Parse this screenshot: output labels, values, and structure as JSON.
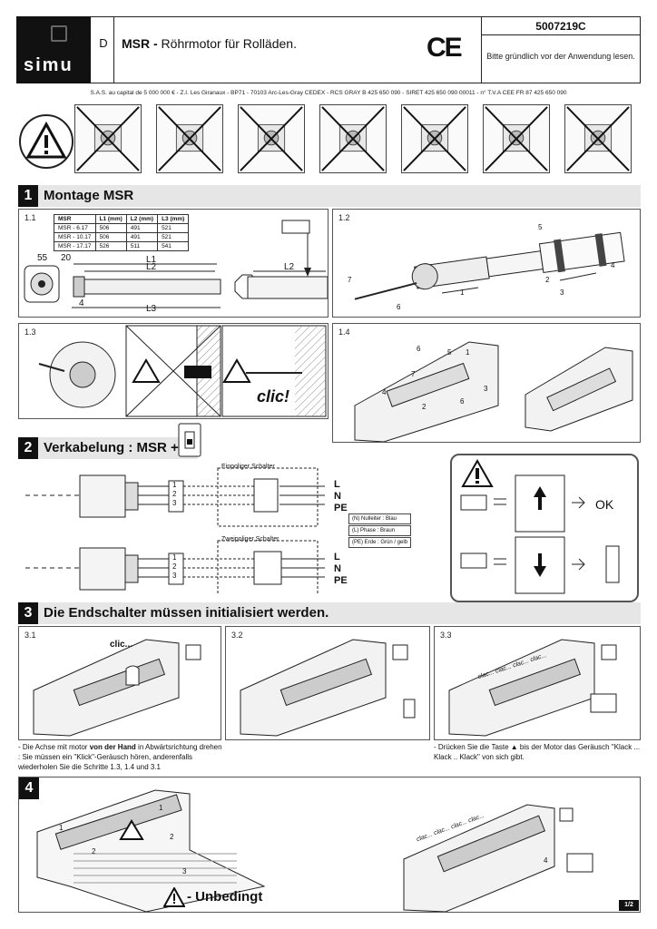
{
  "header": {
    "logo_text": "simu",
    "lang": "D",
    "title_bold": "MSR -",
    "title_rest": " Röhrmotor für Rolläden.",
    "ce_mark": "CE",
    "code": "5007219C",
    "readme": "Bitte gründlich vor der Anwendung lesen."
  },
  "company_line": "S.A.S. au capital de 5 000 000 € - Z.I. Les Giranaux - BP71 - 70103 Arc-Les-Gray CEDEX - RCS GRAY B 425 650 090 - SIRET 425 650 090 00011 - n° T.V.A CEE FR 87 425 650 090",
  "warning_icons": [
    "no-drop-icon",
    "no-immerse-icon",
    "no-impact-icon",
    "no-pinch-icon",
    "no-drill-icon",
    "no-screw-icon",
    "no-hammer-icon"
  ],
  "section1": {
    "num": "1",
    "title": "Montage MSR",
    "p11": {
      "label": "1.1",
      "table_headers": [
        "MSR",
        "L1 (mm)",
        "L2 (mm)",
        "L3 (mm)"
      ],
      "table_rows": [
        [
          "MSR - 6.17",
          "506",
          "491",
          "521"
        ],
        [
          "MSR - 10.17",
          "506",
          "491",
          "521"
        ],
        [
          "MSR - 17.17",
          "526",
          "511",
          "541"
        ]
      ],
      "dims": {
        "d55": "55",
        "d20": "20",
        "L1": "L1",
        "L2": "L2",
        "L3": "L3",
        "d4": "4",
        "L2b": "L2"
      }
    },
    "p12": {
      "label": "1.2",
      "callouts": [
        "5",
        "4",
        "2",
        "3",
        "7",
        "6",
        "1"
      ]
    },
    "p13": {
      "label": "1.3",
      "clic": "clic!"
    },
    "p14": {
      "label": "1.4",
      "callouts": [
        "6",
        "5",
        "1",
        "7",
        "4",
        "2",
        "6",
        "3"
      ]
    }
  },
  "section2": {
    "num": "2",
    "title": "Verkabelung : MSR +",
    "single_switch": "Einpoliger Schalter",
    "double_switch": "Zweipoliger Schalter",
    "lnp": [
      "L",
      "N",
      "PE"
    ],
    "legend": [
      "(N)  Nulleiter : Blau",
      "(L)  Phase : Braun",
      "(PE) Erde : Grün / gelb"
    ],
    "ok": "OK",
    "wire_numbers": [
      "1",
      "2",
      "3"
    ]
  },
  "section3": {
    "num": "3",
    "title": "Die Endschalter müssen initialisiert werden.",
    "p31": {
      "label": "3.1",
      "clic": "clic..."
    },
    "p32": {
      "label": "3.2"
    },
    "p33": {
      "label": "3.3",
      "clac": "clac... clac... clac... clac..."
    },
    "note1_pre": "- Die Achse mit motor ",
    "note1_bold": "von der Hand",
    "note1_post": " in Abwärtsrichtung drehen : Sie müssen ein \"Klick\"-Geräusch hören, anderenfalls wiederholen Sie die Schritte 1.3, 1.4 und 3.1",
    "note2": "- Drücken Sie die Taste ▲ bis der Motor das Geräusch \"Klack ... Klack .. Klack\" von sich gibt."
  },
  "section4": {
    "num": "4",
    "clac": "clac... clac... clac... clac...",
    "warn_text": "- Unbedingt",
    "callouts": [
      "1",
      "2",
      "1",
      "2",
      "3",
      "4"
    ]
  },
  "page": "1/2"
}
